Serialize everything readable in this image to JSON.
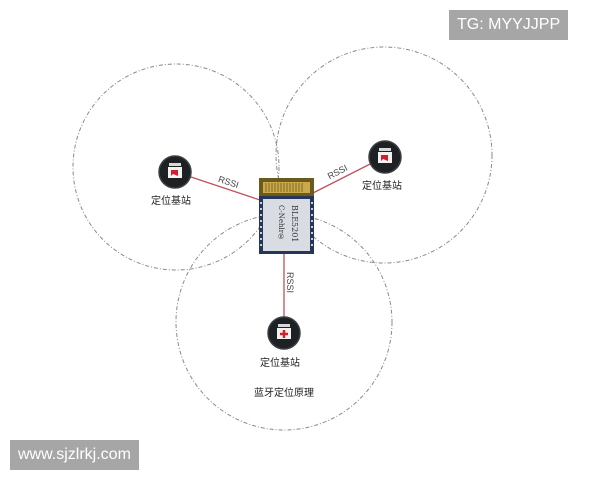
{
  "watermarks": {
    "top_right": "TG: MYYJJPP",
    "bottom_left": "www.sjzlrkj.com"
  },
  "diagram": {
    "title": "蓝牙定位原理",
    "chip": {
      "model": "BLE5201",
      "brand": "C-Nehlr®"
    },
    "stations": [
      {
        "label": "定位基站",
        "link_label": "RSSI",
        "position": "left"
      },
      {
        "label": "定位基站",
        "link_label": "RSSI",
        "position": "right"
      },
      {
        "label": "定位基站",
        "link_label": "RSSI",
        "position": "bottom"
      }
    ],
    "colors": {
      "link": "#c0505a",
      "circle": "#8a8a8a",
      "beacon_body": "#1e2124",
      "beacon_accent": "#d0202c",
      "chip_antenna": "#6b5a1e",
      "chip_body": "#d9dde3",
      "chip_border": "#25365a"
    }
  }
}
